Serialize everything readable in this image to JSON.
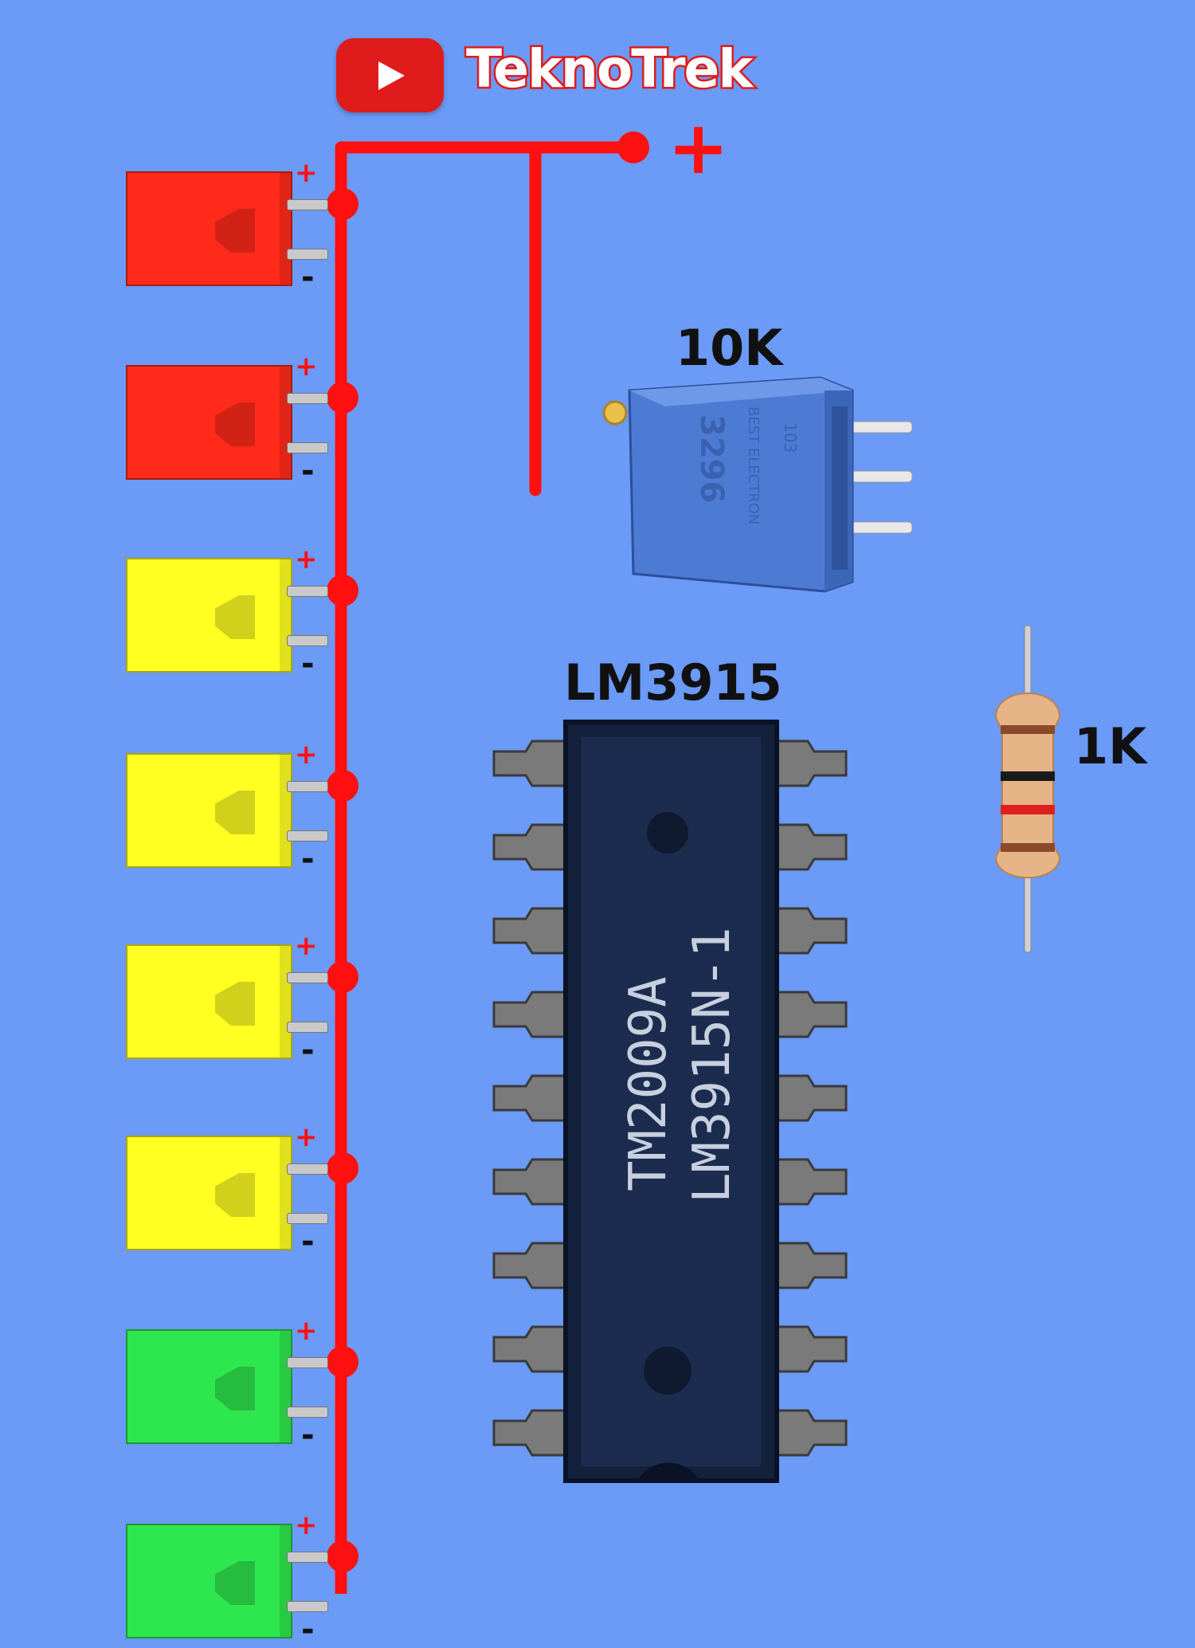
{
  "brand": {
    "channel_name": "TeknoTrek",
    "logo_icon": "youtube-play-icon",
    "accent": "#e01b1b"
  },
  "background_color": "#6b9af7",
  "wire_color": "#ff1010",
  "supply": {
    "polarity_label": "+"
  },
  "potentiometer": {
    "label": "10K",
    "marking_code": "3296",
    "marking_text": "BEST ELECTRON",
    "marking_value": "103"
  },
  "ic": {
    "label": "LM3915",
    "marking_line1": "TM2009A",
    "marking_line2": "LM3915N-1",
    "pins_per_side": 9
  },
  "resistor": {
    "label": "1K"
  },
  "leds": [
    {
      "color": "red",
      "fill": "#ff2a1a",
      "plus": "+",
      "minus": "-"
    },
    {
      "color": "red",
      "fill": "#ff2a1a",
      "plus": "+",
      "minus": "-"
    },
    {
      "color": "yellow",
      "fill": "#ffff22",
      "plus": "+",
      "minus": "-"
    },
    {
      "color": "yellow",
      "fill": "#ffff22",
      "plus": "+",
      "minus": "-"
    },
    {
      "color": "yellow",
      "fill": "#ffff22",
      "plus": "+",
      "minus": "-"
    },
    {
      "color": "yellow",
      "fill": "#ffff22",
      "plus": "+",
      "minus": "-"
    },
    {
      "color": "green",
      "fill": "#2ee64e",
      "plus": "+",
      "minus": "-"
    },
    {
      "color": "green",
      "fill": "#2ee64e",
      "plus": "+",
      "minus": "-"
    }
  ]
}
